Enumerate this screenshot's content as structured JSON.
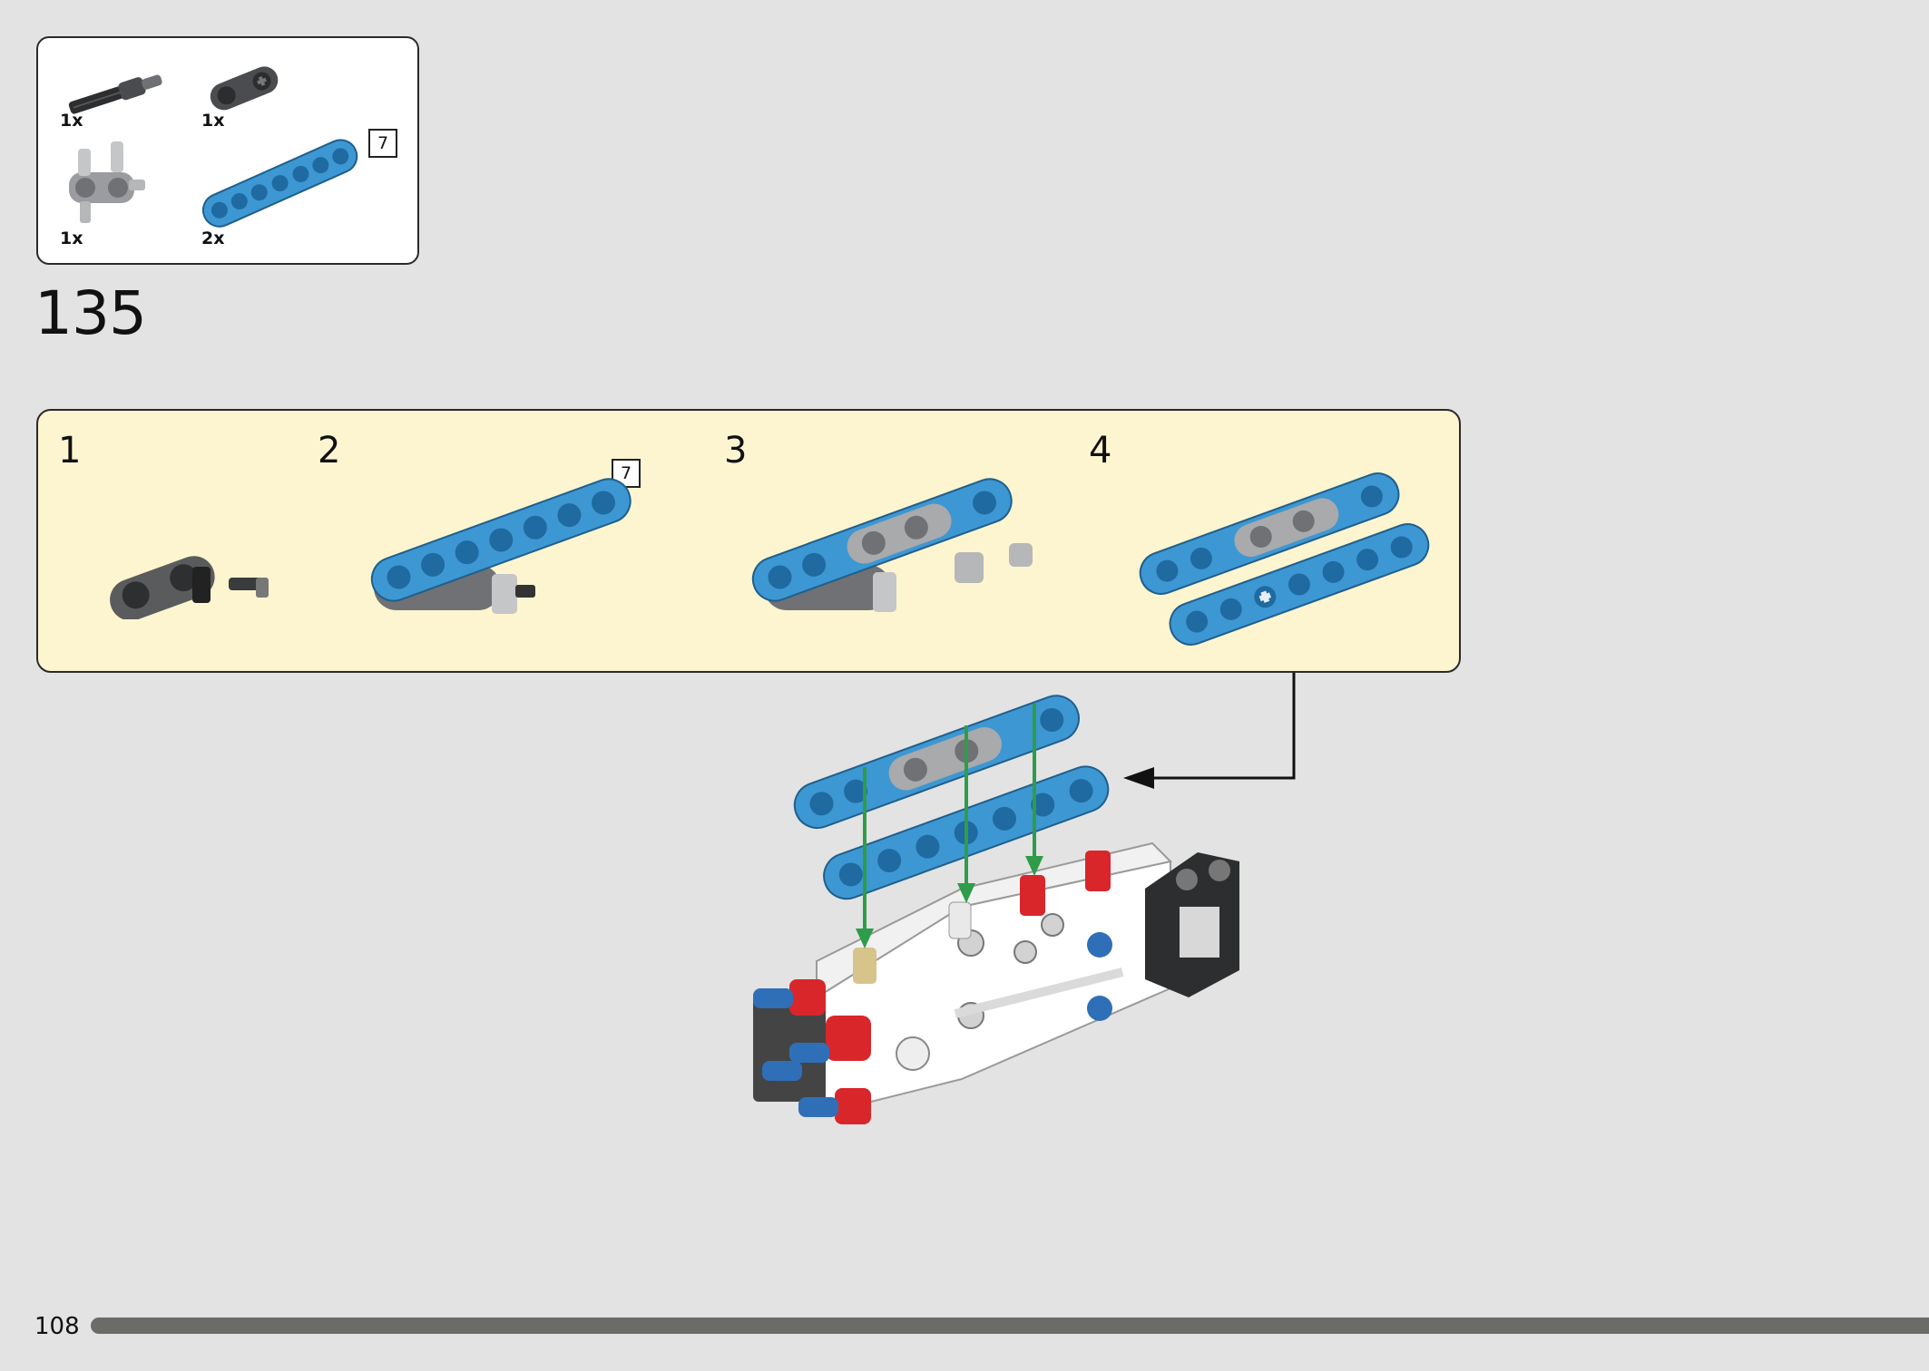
{
  "parts_list": {
    "items": [
      {
        "name": "axle-with-pin",
        "qty": "1x"
      },
      {
        "name": "liftarm-thick-1x2-with-axle-hole",
        "qty": "1x"
      },
      {
        "name": "pin-connector-double",
        "qty": "1x"
      },
      {
        "name": "beam-7-blue",
        "qty": "2x",
        "length": "7"
      }
    ]
  },
  "step": {
    "number": "135"
  },
  "substeps": [
    {
      "number": "1"
    },
    {
      "number": "2",
      "length": "7"
    },
    {
      "number": "3"
    },
    {
      "number": "4"
    }
  ],
  "page": {
    "number": "108"
  },
  "colors": {
    "background": "#e3e3e3",
    "panel": "#fdf5cf",
    "beam_blue": "#3d97d3",
    "dark_grey": "#5a5b5d",
    "light_grey": "#a8aaac",
    "pin_red": "#d8262b",
    "pin_blue": "#2f6fb8",
    "arrow_green": "#2f9c4a",
    "tan": "#d6c48a"
  }
}
